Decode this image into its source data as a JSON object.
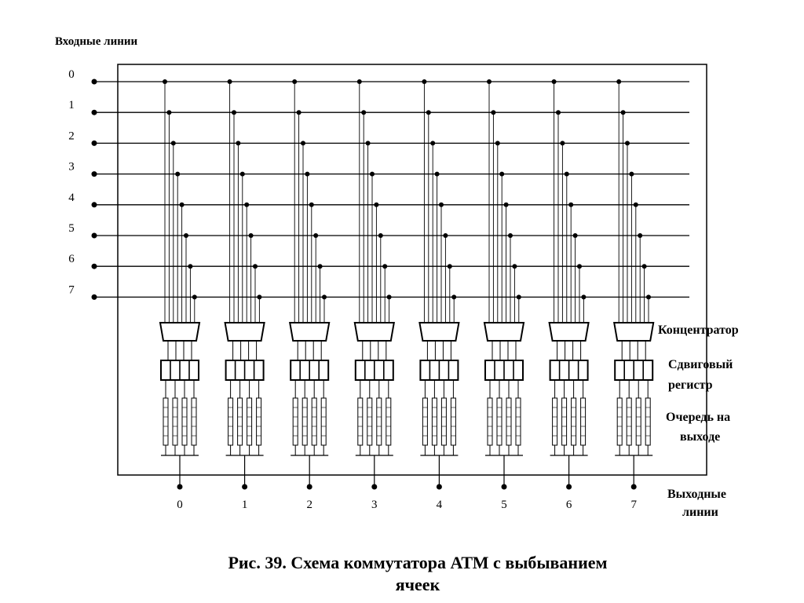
{
  "labels": {
    "input_lines": "Входные линии",
    "output_lines_1": "Выходные",
    "output_lines_2": "линии",
    "concentrator": "Концентратор",
    "shift_register_1": "Сдвиговый",
    "shift_register_2": "регистр",
    "output_queue_1": "Очередь на",
    "output_queue_2": "выходе"
  },
  "caption": {
    "line1": "Рис. 39. Схема коммутатора АТМ с выбыванием",
    "line2": "ячеек"
  },
  "input_line_numbers": [
    "0",
    "1",
    "2",
    "3",
    "4",
    "5",
    "6",
    "7"
  ],
  "output_line_numbers": [
    "0",
    "1",
    "2",
    "3",
    "4",
    "5",
    "6",
    "7"
  ]
}
